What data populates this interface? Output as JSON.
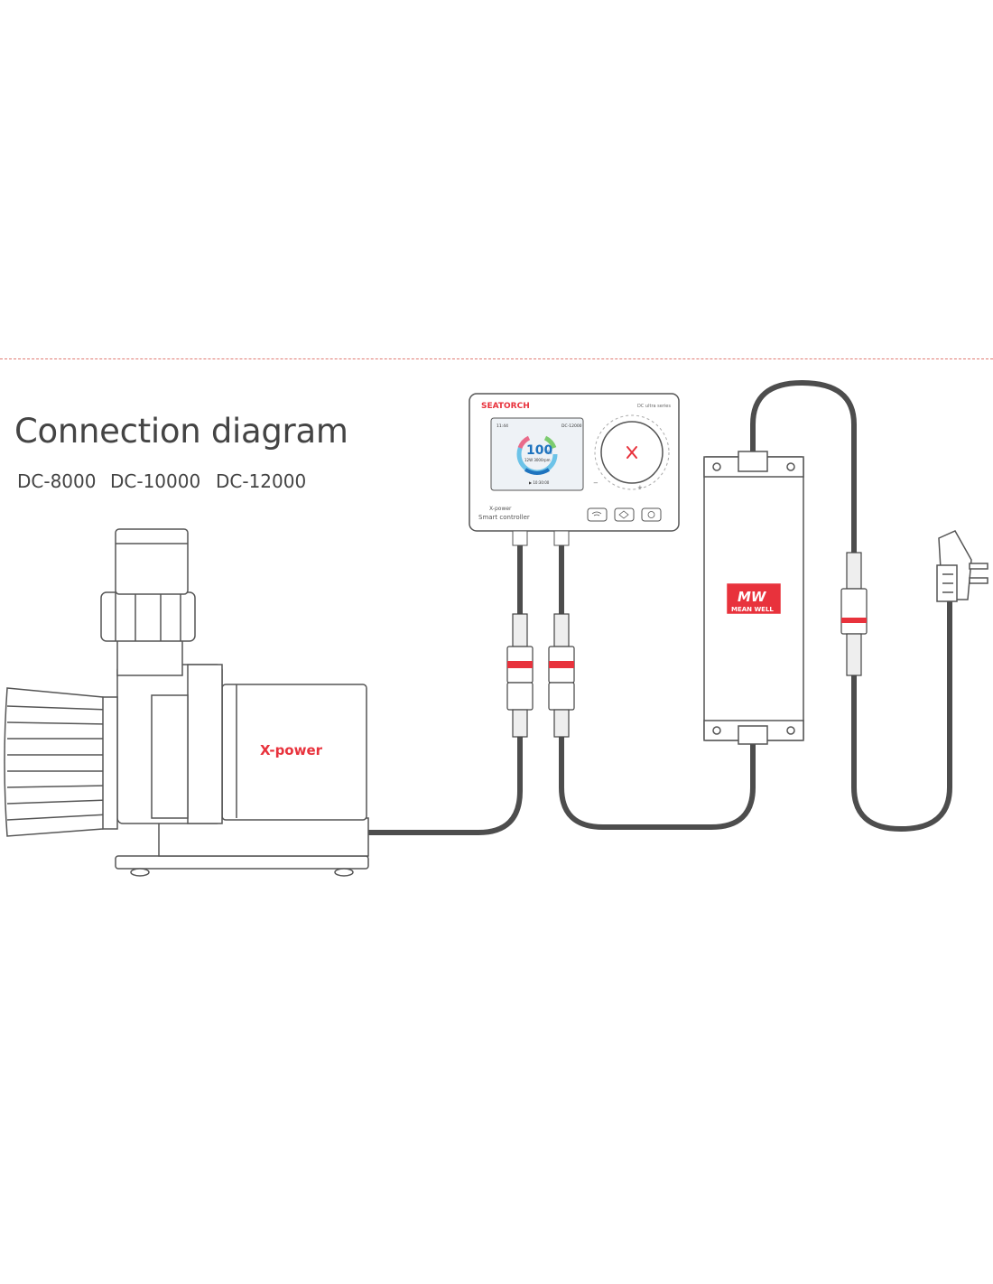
{
  "title": "Connection diagram",
  "models": [
    "DC-8000",
    "DC-10000",
    "DC-12000"
  ],
  "controller": {
    "brand": "SEATORCH",
    "model": "DC ultra series",
    "screen_top_left": "11:44",
    "screen_top_right": "DC-12000",
    "screen_value": "100",
    "screen_unit": "%",
    "screen_line1": "12W 3000rpm",
    "screen_bottom": "▶ 10:30:00",
    "caption_line1": "X-power",
    "caption_line2": "Smart controller"
  },
  "pump": {
    "brand": "X-power"
  },
  "power_supply": {
    "logo": "MW",
    "brand": "MEAN WELL"
  },
  "colors": {
    "accent": "#e8323c",
    "line": "#555555",
    "cable": "#4d4d4d",
    "divider": "#e07b73"
  }
}
